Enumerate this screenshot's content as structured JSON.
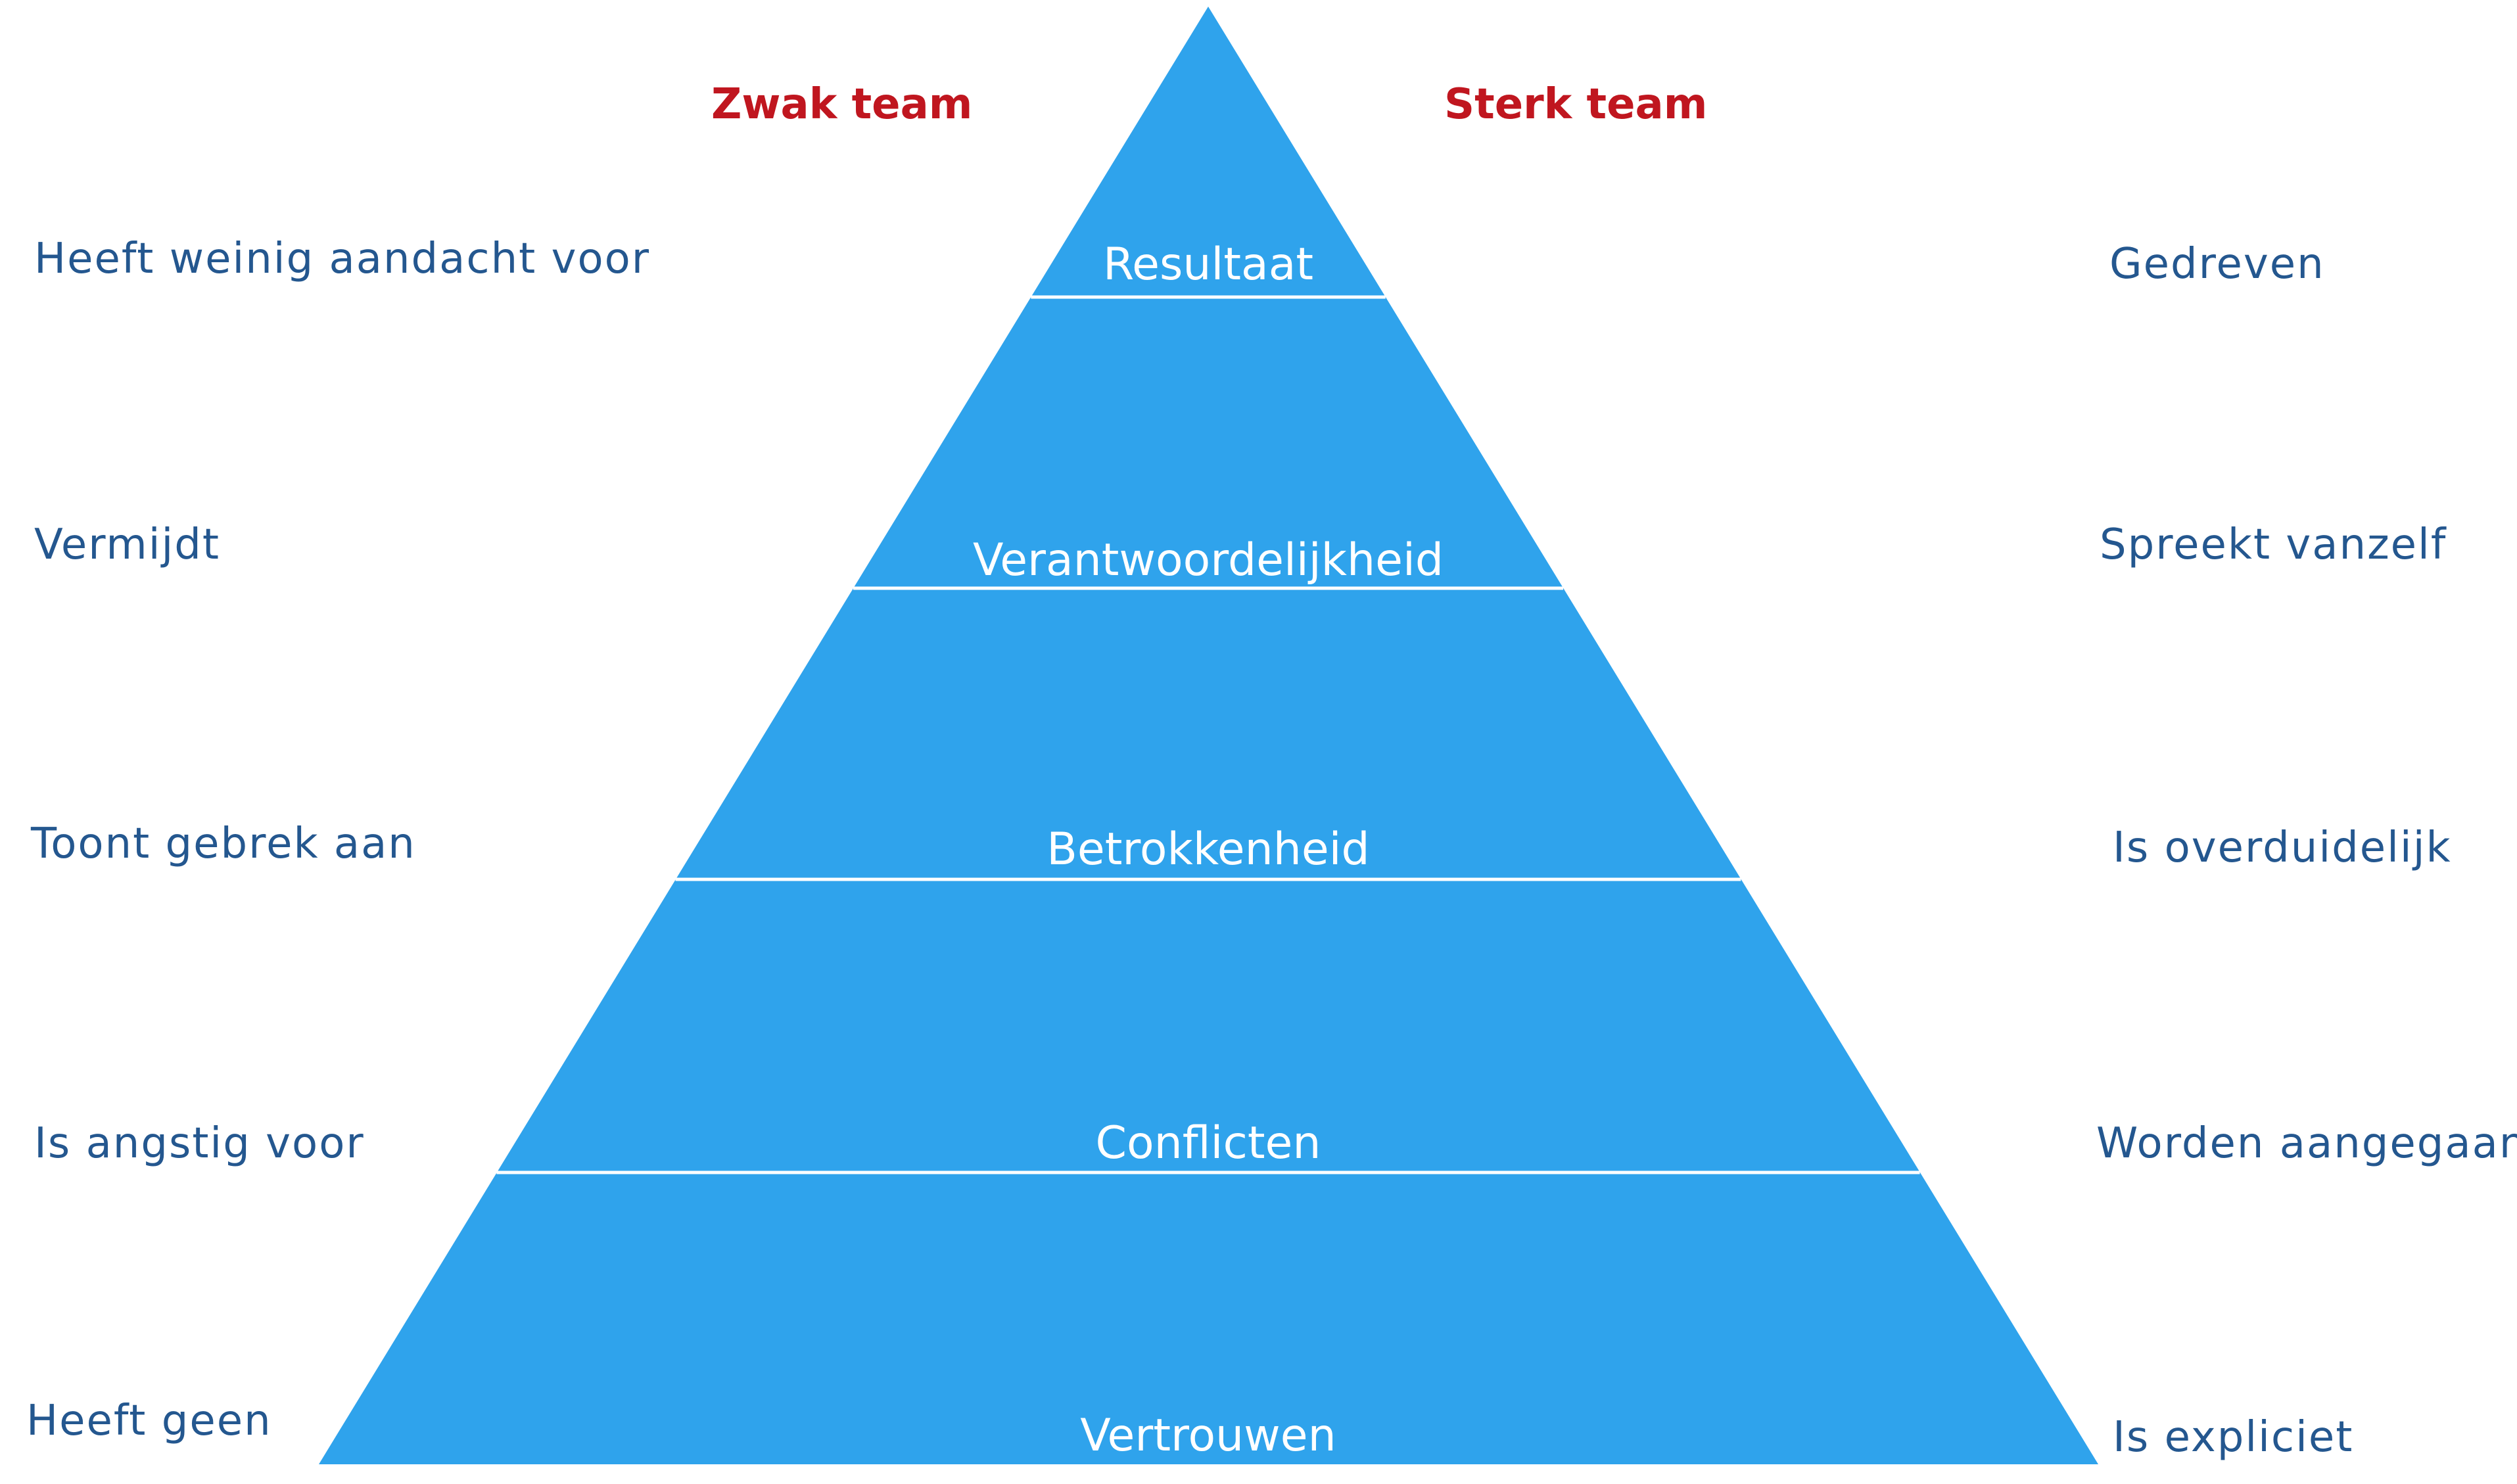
{
  "colors": {
    "pyramid_fill": "#2FA3EC",
    "divider": "#FFFFFF",
    "header_text": "#C0161F",
    "side_text": "#24578F",
    "level_text": "#FFFFFF"
  },
  "headers": {
    "weak": "Zwak team",
    "strong": "Sterk team"
  },
  "levels": [
    {
      "name": "Resultaat",
      "weak": "Heeft weinig aandacht voor",
      "strong": "Gedreven"
    },
    {
      "name": "Verantwoordelijkheid",
      "weak": "Vermijdt",
      "strong": "Spreekt vanzelf"
    },
    {
      "name": "Betrokkenheid",
      "weak": "Toont gebrek aan",
      "strong": "Is overduidelijk"
    },
    {
      "name": "Conflicten",
      "weak": "Is angstig voor",
      "strong": "Worden aangegaan"
    },
    {
      "name": "Vertrouwen",
      "weak": "Heeft geen",
      "strong": "Is expliciet"
    }
  ]
}
